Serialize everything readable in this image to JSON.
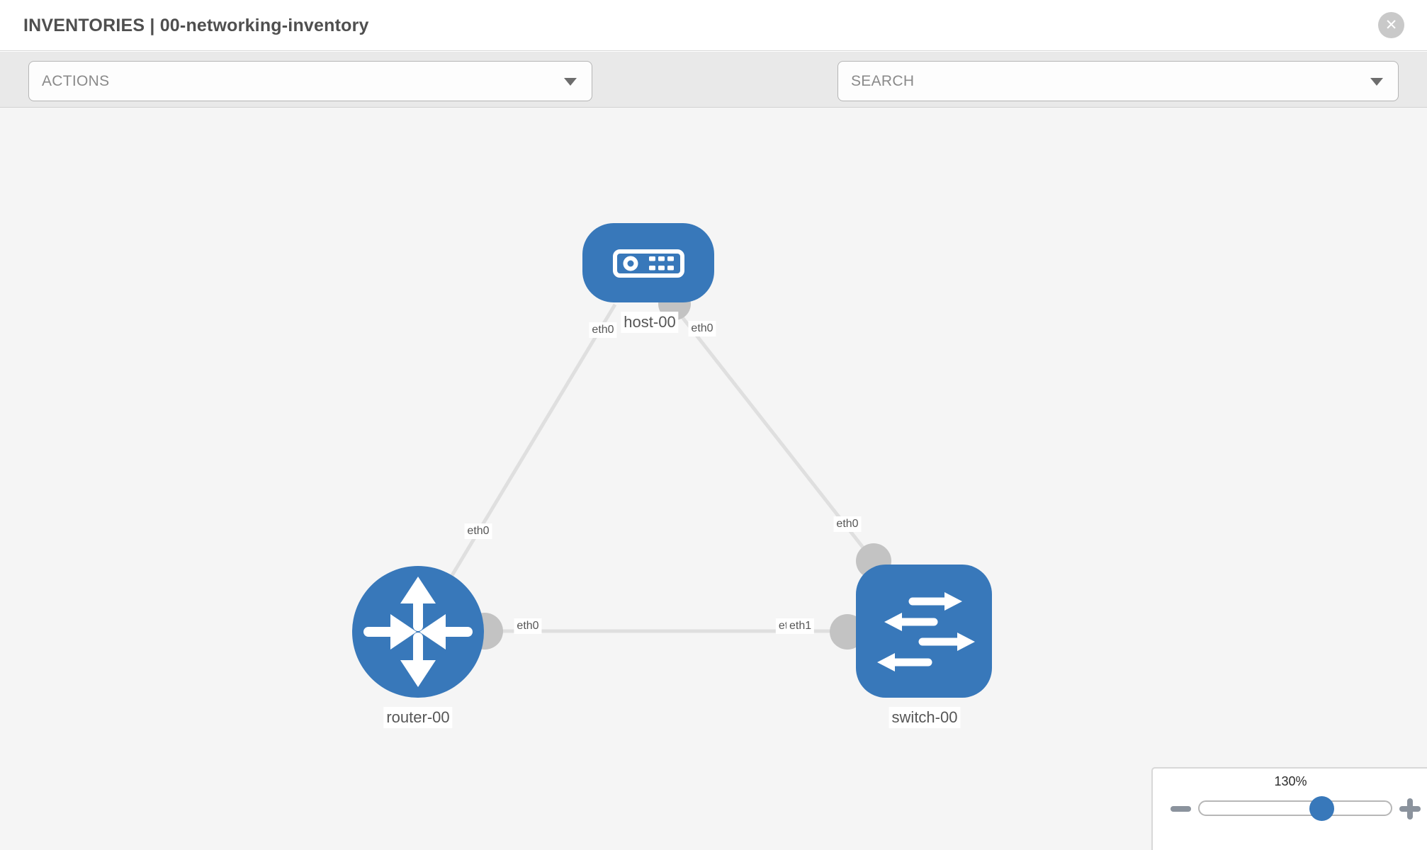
{
  "header": {
    "title": "INVENTORIES | 00-networking-inventory",
    "close_glyph": "✕"
  },
  "toolbar": {
    "actions_label": "ACTIONS",
    "search_placeholder": "SEARCH",
    "icons": [
      "wrench-icon",
      "key-icon"
    ]
  },
  "topology": {
    "nodes": [
      {
        "name": "host-00",
        "type": "host",
        "icon": "server-icon"
      },
      {
        "name": "router-00",
        "type": "router",
        "icon": "router-arrows-icon"
      },
      {
        "name": "switch-00",
        "type": "switch",
        "icon": "switch-arrows-icon"
      }
    ],
    "links": [
      {
        "from": "router-00",
        "from_if": "eth0",
        "to": "host-00",
        "to_if": "eth0"
      },
      {
        "from": "host-00",
        "from_if": "eth0",
        "to": "switch-00",
        "to_if": "eth0"
      },
      {
        "from": "router-00",
        "from_if": "eth0",
        "to": "switch-00",
        "to_if": "eth1"
      }
    ],
    "labels": {
      "host_name": "host-00",
      "host_if_left": "eth0",
      "host_if_right": "eth0",
      "router_name": "router-00",
      "router_if_uplink": "eth0",
      "router_if_link": "eth0",
      "switch_name": "switch-00",
      "switch_if_uplink": "eth0",
      "switch_if_link_under": "eth0",
      "switch_if_link": "eth1"
    }
  },
  "zoom": {
    "level": "130%",
    "minus_icon": "minus-icon",
    "plus_icon": "plus-icon"
  },
  "colors": {
    "node_blue": "#3878ba",
    "link_gray": "#dfdfdf",
    "connector_gray": "#c3c3c3",
    "canvas_bg": "#f5f5f5",
    "toolbar_bg": "#e9e9e9"
  }
}
